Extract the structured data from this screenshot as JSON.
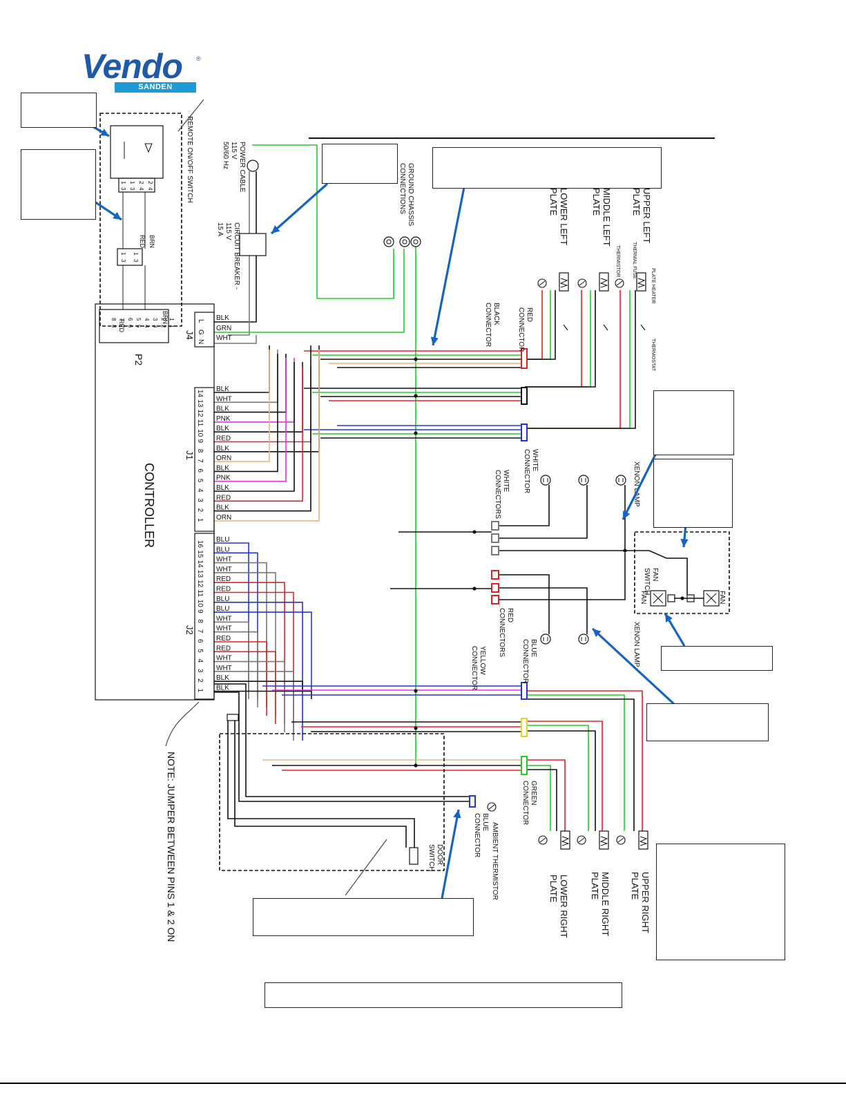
{
  "logo": {
    "word": "Vendo",
    "sub": "SANDEN",
    "reg": "®"
  },
  "labels": {
    "remote_switch": "REMOTE ON/OFF SWITCH",
    "power_cable": [
      "POWER CABLE",
      "115 V",
      "50/60 Hz"
    ],
    "circuit_breaker": [
      "CIRCUIT BREAKER -",
      "115 V",
      "15 A"
    ],
    "ground_chassis": [
      "GROUND CHASSIS",
      "CONNECTIONS"
    ],
    "upper_left_plate": [
      "UPPER LEFT",
      "PLATE"
    ],
    "middle_left_plate": [
      "MIDDLE LEFT",
      "PLATE"
    ],
    "lower_left_plate": [
      "LOWER LEFT",
      "PLATE"
    ],
    "plate_heater": "PLATE HEATER",
    "thermal_fuse": "THERMAL FUSE",
    "thermistor": "THERMISTOR",
    "thermostat": "THERMOSTAT",
    "red_connector": [
      "RED",
      "CONNECTOR"
    ],
    "black_connector": [
      "BLACK",
      "CONNECTOR"
    ],
    "white_connector": [
      "WHITE",
      "CONNECTOR"
    ],
    "white_connectors": [
      "WHITE",
      "CONNECTORS"
    ],
    "red_connectors": [
      "RED",
      "CONNECTORS"
    ],
    "blue_connector_mid": [
      "BLUE",
      "CONNECTOR"
    ],
    "yellow_connector": [
      "YELLOW",
      "CONNECTOR"
    ],
    "green_connector": [
      "GREEN",
      "CONNECTOR"
    ],
    "blue_connector_low": [
      "BLUE",
      "CONNECTOR"
    ],
    "xenon_lamp": "XENON LAMP",
    "fan_switch": [
      "FAN",
      "SWITCH"
    ],
    "fan": "FAN",
    "ambient_thermistor": "AMBIENT THERMISTOR",
    "door_switch": [
      "DOOR",
      "SWITCH"
    ],
    "upper_right_plate": [
      "UPPER RIGHT",
      "PLATE"
    ],
    "middle_right_plate": [
      "MIDDLE RIGHT",
      "PLATE"
    ],
    "lower_right_plate": [
      "LOWER RIGHT",
      "PLATE"
    ],
    "controller": "CONTROLLER",
    "note": "NOTE: JUMPER BETWEEN PINS 1 & 2 ON",
    "p2": "P2",
    "j4": "J4",
    "j1": "J1",
    "j2": "J2",
    "brn": "BRN",
    "red": "RED"
  },
  "j4_pins": [
    {
      "pin": "L",
      "wire": "BLK"
    },
    {
      "pin": "G",
      "wire": "GRN"
    },
    {
      "pin": "N",
      "wire": "WHT"
    }
  ],
  "j1_pins": [
    {
      "pin": "14",
      "wire": "BLK"
    },
    {
      "pin": "13",
      "wire": "WHT"
    },
    {
      "pin": "12",
      "wire": "BLK"
    },
    {
      "pin": "11",
      "wire": "PNK"
    },
    {
      "pin": "10",
      "wire": "BLK"
    },
    {
      "pin": "9",
      "wire": "RED"
    },
    {
      "pin": "8",
      "wire": "BLK"
    },
    {
      "pin": "7",
      "wire": "ORN"
    },
    {
      "pin": "6",
      "wire": "BLK"
    },
    {
      "pin": "5",
      "wire": "PNK"
    },
    {
      "pin": "4",
      "wire": "BLK"
    },
    {
      "pin": "3",
      "wire": "RED"
    },
    {
      "pin": "2",
      "wire": "BLK"
    },
    {
      "pin": "1",
      "wire": "ORN"
    }
  ],
  "j2_pins": [
    {
      "pin": "16",
      "wire": "BLU"
    },
    {
      "pin": "15",
      "wire": "BLU"
    },
    {
      "pin": "14",
      "wire": "WHT"
    },
    {
      "pin": "13",
      "wire": "WHT"
    },
    {
      "pin": "12",
      "wire": "RED"
    },
    {
      "pin": "11",
      "wire": "RED"
    },
    {
      "pin": "10",
      "wire": "BLU"
    },
    {
      "pin": "9",
      "wire": "BLU"
    },
    {
      "pin": "8",
      "wire": "WHT"
    },
    {
      "pin": "7",
      "wire": "WHT"
    },
    {
      "pin": "6",
      "wire": "RED"
    },
    {
      "pin": "5",
      "wire": "RED"
    },
    {
      "pin": "4",
      "wire": "WHT"
    },
    {
      "pin": "3",
      "wire": "WHT"
    },
    {
      "pin": "2",
      "wire": "BLK"
    },
    {
      "pin": "1",
      "wire": "BLK"
    }
  ],
  "p2_grid": [
    [
      "1",
      "1"
    ],
    [
      "2",
      "2"
    ],
    [
      "3",
      "3"
    ],
    [
      "4",
      "4"
    ],
    [
      "5",
      "5"
    ],
    [
      "6",
      "6"
    ],
    [
      "7",
      "7"
    ],
    [
      "8",
      "8"
    ]
  ],
  "switch_pins": [
    "1",
    "1",
    "2",
    "2",
    "3",
    "3",
    "4",
    "4"
  ],
  "harness_pins": [
    "1",
    "1",
    "3",
    "3"
  ],
  "colors": {
    "BLK": "#111111",
    "WHT": "#777777",
    "RED": "#e02020",
    "GRN": "#22cc22",
    "BLU": "#2233dd",
    "PNK": "#dd33dd",
    "ORN": "#f5b07a",
    "YEL": "#e8d020",
    "logo_blue": "#1f5aa6",
    "logo_cyan": "#1e9ad6",
    "arrow": "#1565c0"
  }
}
